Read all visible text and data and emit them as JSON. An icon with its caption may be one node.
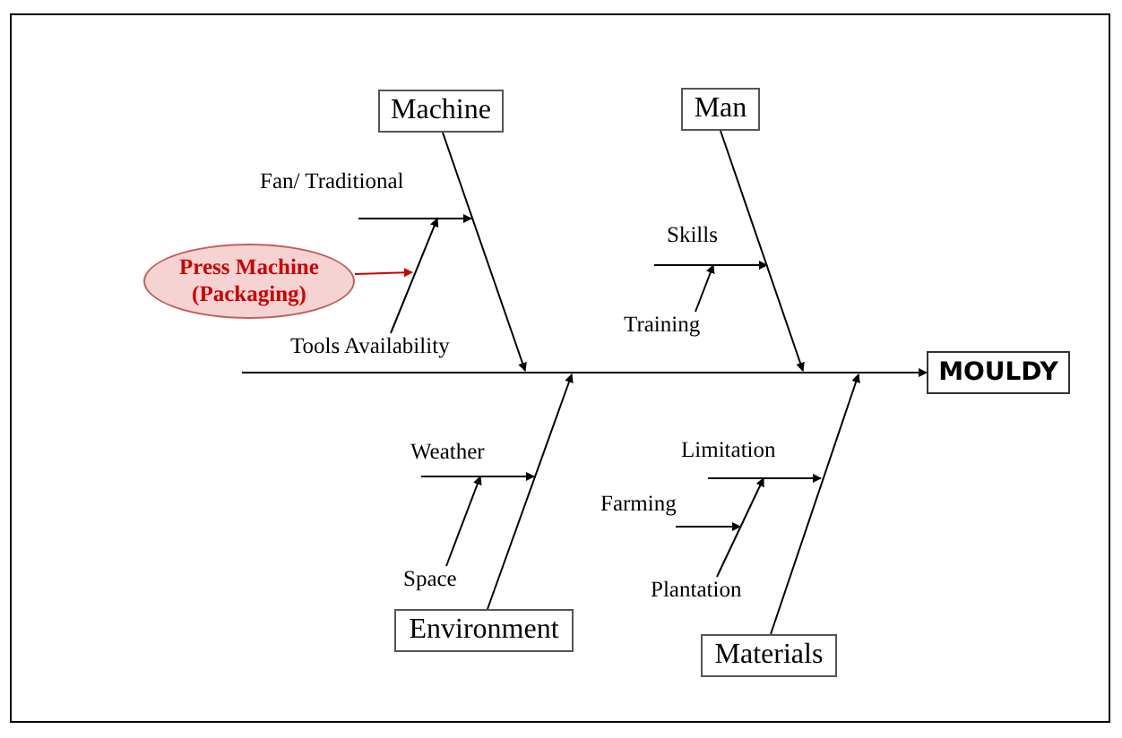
{
  "diagram": {
    "nodes": [
      {
        "text": [
          "Machine"
        ]
      },
      {
        "text": [
          "Man"
        ]
      },
      {
        "text": [
          "Environment"
        ]
      },
      {
        "text": [
          "Materials"
        ]
      },
      {
        "text": [
          "MOULDY"
        ]
      },
      {
        "text": [
          "Fan/ Traditional"
        ]
      },
      {
        "text": [
          "Press Machine (Packaging)"
        ]
      },
      {
        "text": [
          "Tools Availability"
        ]
      },
      {
        "text": [
          "Skills"
        ]
      },
      {
        "text": [
          "Training"
        ]
      },
      {
        "text": [
          "Weather"
        ]
      },
      {
        "text": [
          "Space"
        ]
      },
      {
        "text": [
          "Limitation"
        ]
      },
      {
        "text": [
          "Farming"
        ]
      },
      {
        "text": [
          "Plantation"
        ]
      }
    ],
    "edges": [
      {
        "from": null,
        "to": 4,
        "arrow": "to"
      },
      {
        "from": 0,
        "to": null,
        "arrow": "to"
      },
      {
        "from": 1,
        "to": null,
        "arrow": "to"
      },
      {
        "from": 2,
        "to": null,
        "arrow": "to"
      },
      {
        "from": 3,
        "to": null,
        "arrow": "to"
      },
      {
        "from": 5,
        "to": null,
        "arrow": "to"
      },
      {
        "from": 6,
        "to": null,
        "arrow": "to",
        "color": "#cc0000"
      },
      {
        "from": 7,
        "to": 5,
        "arrow": "to"
      },
      {
        "from": 8,
        "to": null,
        "arrow": "to"
      },
      {
        "from": 9,
        "to": 8,
        "arrow": "to"
      },
      {
        "from": 10,
        "to": null,
        "arrow": "to"
      },
      {
        "from": 11,
        "to": 10,
        "arrow": "to"
      },
      {
        "from": 12,
        "to": null,
        "arrow": "to"
      },
      {
        "from": 13,
        "to": 14,
        "arrow": "to"
      },
      {
        "from": 14,
        "to": 12,
        "arrow": "to"
      }
    ]
  }
}
